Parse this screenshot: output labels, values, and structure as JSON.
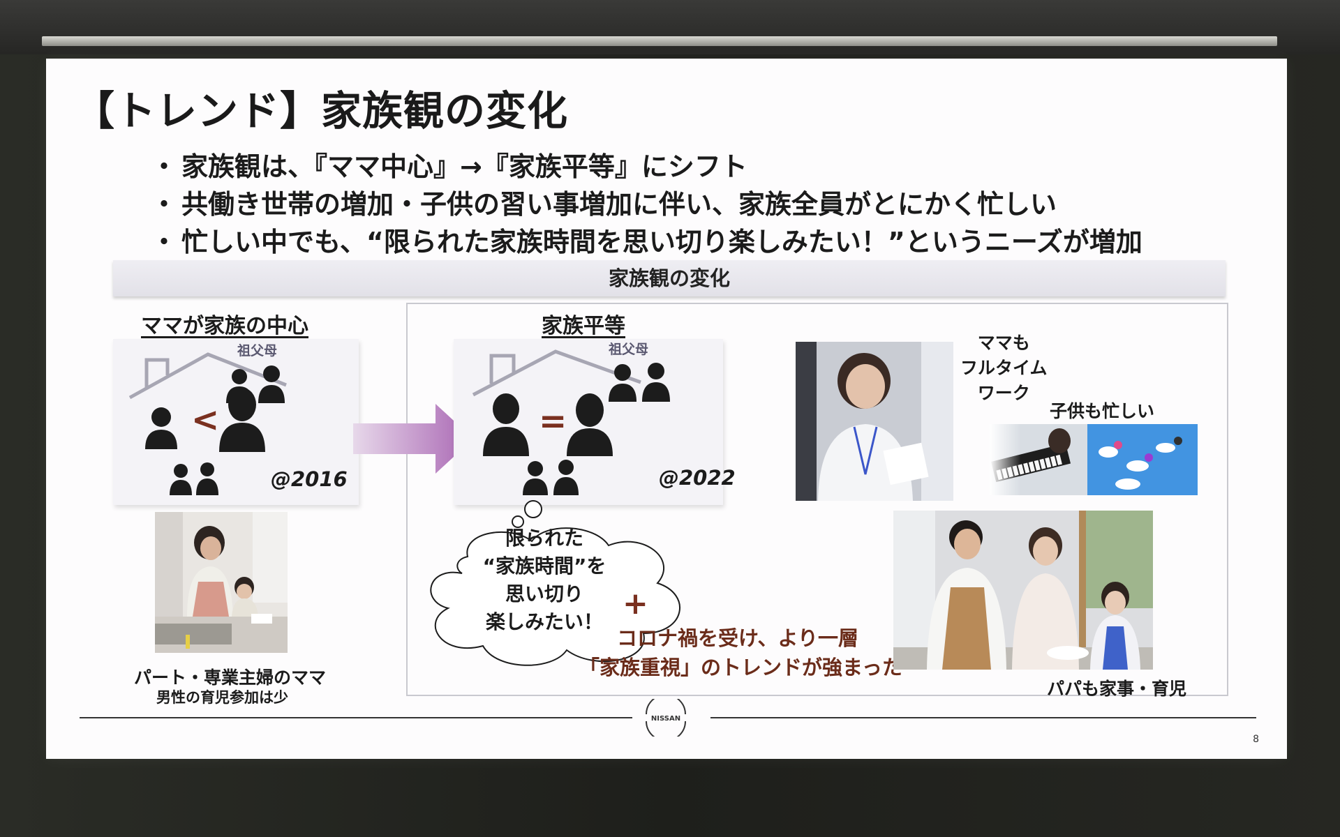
{
  "slide": {
    "title": "【トレンド】家族観の変化",
    "bullets": [
      "家族観は、『ママ中心』→『家族平等』にシフト",
      "共働き世帯の増加・子供の習い事増加に伴い、家族全員がとにかく忙しい",
      "忙しい中でも、“限られた家族時間を思い切り楽しみたい！”というニーズが増加"
    ],
    "bullet_marker": "・",
    "section_title": "家族観の変化",
    "left_panel": {
      "heading": "ママが家族の中心",
      "grandparents_label": "祖父母",
      "comparison": "<",
      "year": "@2016",
      "caption_main": "パート・専業主婦のママ",
      "caption_sub": "男性の育児参加は少"
    },
    "right_panel": {
      "heading": "家族平等",
      "grandparents_label": "祖父母",
      "comparison": "=",
      "year": "@2022"
    },
    "thought_cloud": {
      "lines": [
        "限られた",
        "“家族時間”を",
        "思い切り",
        "楽しみたい！"
      ]
    },
    "plus": "+",
    "corona_text": {
      "line1": "コロナ禍を受け、より一層",
      "line2": "「家族重視」のトレンドが強まった"
    },
    "photo_captions": {
      "mama_line1": "ママも",
      "mama_line2": "フルタイム",
      "mama_line3": "ワーク",
      "kids": "子供も忙しい",
      "papa": "パパも家事・育児"
    },
    "logo_text": "NISSAN",
    "page_number": "8"
  },
  "colors": {
    "accent_brown": "#7a3020",
    "arrow_purple": "#b07ab8",
    "house_outline": "#a7a6b3",
    "silhouette": "#1c1c1c"
  }
}
